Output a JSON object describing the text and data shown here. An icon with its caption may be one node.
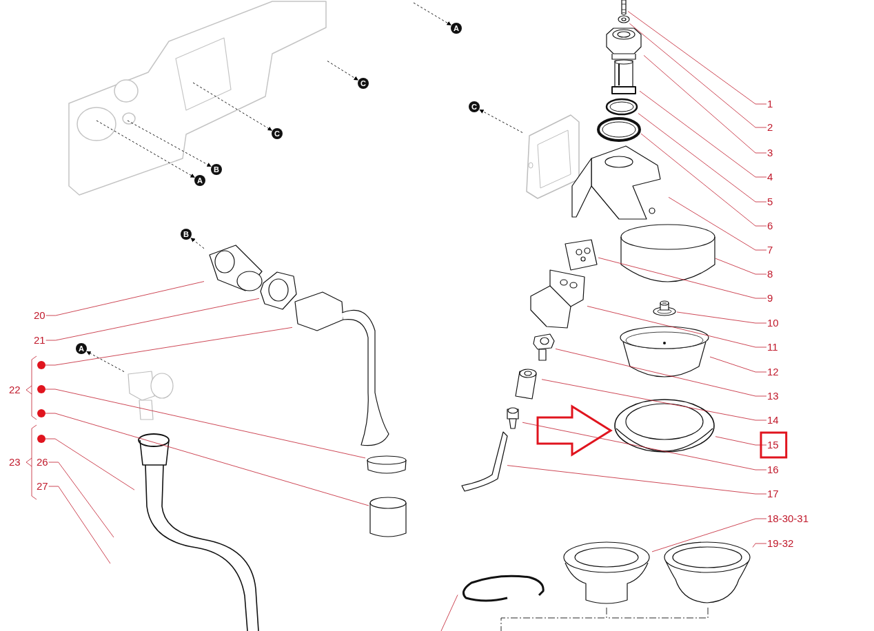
{
  "diagram": {
    "nodes": [
      {
        "text": [
          "1"
        ]
      },
      {
        "text": [
          "2"
        ]
      },
      {
        "text": [
          "3"
        ]
      },
      {
        "text": [
          "4"
        ]
      },
      {
        "text": [
          "5"
        ]
      },
      {
        "text": [
          "6"
        ]
      },
      {
        "text": [
          "7"
        ]
      },
      {
        "text": [
          "8"
        ]
      },
      {
        "text": [
          "9"
        ]
      },
      {
        "text": [
          "10"
        ]
      },
      {
        "text": [
          "11"
        ]
      },
      {
        "text": [
          "12"
        ]
      },
      {
        "text": [
          "13"
        ]
      },
      {
        "text": [
          "14"
        ]
      },
      {
        "text": [
          "15"
        ]
      },
      {
        "text": [
          "16"
        ]
      },
      {
        "text": [
          "17"
        ]
      },
      {
        "text": [
          "18-30-31"
        ]
      },
      {
        "text": [
          "19-32"
        ]
      },
      {
        "text": [
          "20"
        ]
      },
      {
        "text": [
          "21"
        ]
      },
      {
        "text": [
          "22"
        ]
      },
      {
        "text": [
          "23"
        ]
      },
      {
        "text": [
          "26"
        ]
      },
      {
        "text": [
          "27"
        ]
      },
      {
        "text": [],
        "shape": "circle"
      },
      {
        "text": [],
        "shape": "circle"
      },
      {
        "text": [],
        "shape": "circle"
      },
      {
        "text": [],
        "shape": "circle"
      },
      {
        "text": [
          "A"
        ]
      },
      {
        "text": [
          "C"
        ]
      },
      {
        "text": [
          "C"
        ]
      },
      {
        "text": [
          "B"
        ]
      },
      {
        "text": [
          "A"
        ]
      },
      {
        "text": [
          "C"
        ]
      },
      {
        "text": [
          "B"
        ]
      },
      {
        "text": [
          "A"
        ]
      },
      {
        "text": [],
        "shape": "picture"
      },
      {
        "text": [],
        "shape": "picture"
      },
      {
        "text": [],
        "shape": "picture"
      },
      {
        "text": [],
        "shape": "picture"
      },
      {
        "text": [],
        "shape": "picture"
      },
      {
        "text": [],
        "shape": "picture"
      },
      {
        "text": [],
        "shape": "picture"
      },
      {
        "text": [],
        "shape": "picture"
      },
      {
        "text": [],
        "shape": "picture"
      },
      {
        "text": [],
        "shape": "picture"
      },
      {
        "text": [],
        "shape": "picture"
      },
      {
        "text": [],
        "shape": "picture"
      },
      {
        "text": [],
        "shape": "picture"
      },
      {
        "text": [],
        "shape": "picture"
      },
      {
        "text": [],
        "shape": "picture"
      },
      {
        "text": [],
        "shape": "picture"
      },
      {
        "text": [],
        "shape": "picture"
      },
      {
        "text": [],
        "shape": "picture"
      },
      {
        "text": [],
        "shape": "picture"
      },
      {
        "text": [],
        "shape": "picture"
      },
      {
        "text": [],
        "shape": "picture"
      },
      {
        "text": [],
        "shape": "picture"
      },
      {
        "text": [],
        "shape": "picture"
      },
      {
        "text": [],
        "shape": "picture"
      },
      {
        "text": [],
        "shape": "picture"
      },
      {
        "text": [],
        "shape": "picture"
      },
      {
        "text": [],
        "shape": "picture"
      },
      {
        "text": [],
        "shape": "picture"
      },
      {
        "text": [],
        "shape": "picture"
      }
    ],
    "edges": [
      {
        "from": 0,
        "to": 38,
        "arrow": "none"
      },
      {
        "from": 1,
        "to": 39,
        "arrow": "none"
      },
      {
        "from": 2,
        "to": 40,
        "arrow": "none"
      },
      {
        "from": 3,
        "to": 41,
        "arrow": "none"
      },
      {
        "from": 4,
        "to": 42,
        "arrow": "none"
      },
      {
        "from": 5,
        "to": 43,
        "arrow": "none"
      },
      {
        "from": 6,
        "to": 45,
        "arrow": "none"
      },
      {
        "from": 7,
        "to": 46,
        "arrow": "none"
      },
      {
        "from": 8,
        "to": 47,
        "arrow": "none"
      },
      {
        "from": 9,
        "to": 48,
        "arrow": "none"
      },
      {
        "from": 10,
        "to": 49,
        "arrow": "none"
      },
      {
        "from": 11,
        "to": 50,
        "arrow": "none"
      },
      {
        "from": 12,
        "to": 51,
        "arrow": "none"
      },
      {
        "from": 13,
        "to": 52,
        "arrow": "none"
      },
      {
        "from": 14,
        "to": 53,
        "arrow": "none"
      },
      {
        "from": 15,
        "to": 54,
        "arrow": "none"
      },
      {
        "from": 16,
        "to": 55,
        "arrow": "none"
      },
      {
        "from": 17,
        "to": 56,
        "arrow": "none"
      },
      {
        "from": 18,
        "to": 57,
        "arrow": "none"
      },
      {
        "from": 19,
        "to": 59,
        "arrow": "none"
      },
      {
        "from": 20,
        "to": 60,
        "arrow": "none"
      },
      {
        "from": 25,
        "to": 61,
        "arrow": "none"
      },
      {
        "from": 26,
        "to": 62,
        "arrow": "none"
      },
      {
        "from": 27,
        "to": 63,
        "arrow": "none"
      },
      {
        "from": 28,
        "to": 65,
        "arrow": "none"
      },
      {
        "from": 23,
        "to": null,
        "arrow": "none"
      },
      {
        "from": 24,
        "to": null,
        "arrow": "none"
      },
      {
        "from": null,
        "to": 58,
        "arrow": "none"
      },
      {
        "from": null,
        "to": 29,
        "arrow": "to",
        "style": "dashed",
        "color": "#000000"
      },
      {
        "from": 37,
        "to": 30,
        "arrow": "to",
        "style": "dashed",
        "color": "#000000"
      },
      {
        "from": 37,
        "to": 31,
        "arrow": "to",
        "style": "dashed",
        "color": "#000000"
      },
      {
        "from": 37,
        "to": 32,
        "arrow": "to",
        "style": "dashed",
        "color": "#000000"
      },
      {
        "from": 37,
        "to": 33,
        "arrow": "to",
        "style": "dashed",
        "color": "#000000"
      },
      {
        "from": 44,
        "to": 34,
        "arrow": "to",
        "style": "dashed",
        "color": "#000000"
      },
      {
        "from": 59,
        "to": 35,
        "arrow": "to",
        "style": "dashed",
        "color": "#000000"
      },
      {
        "from": 54,
        "to": 53,
        "arrow": "to",
        "style": "thick",
        "color": "#e0141e"
      },
      {
        "from": 64,
        "to": 36,
        "arrow": "to",
        "style": "dashed",
        "color": "#000000"
      }
    ]
  }
}
